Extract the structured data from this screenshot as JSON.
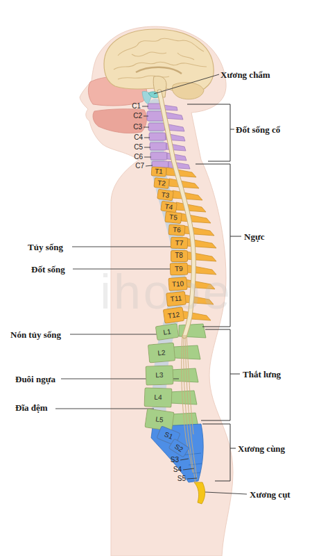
{
  "diagram": {
    "nodes": [
      {
        "text": [
          "T1"
        ]
      },
      {
        "text": [
          "T2"
        ]
      },
      {
        "text": [
          "T3"
        ]
      },
      {
        "text": [
          "T4"
        ]
      },
      {
        "text": [
          "T5"
        ]
      },
      {
        "text": [
          "T6"
        ]
      },
      {
        "text": [
          "T7"
        ]
      },
      {
        "text": [
          "T8"
        ]
      },
      {
        "text": [
          "T9"
        ]
      },
      {
        "text": [
          "T10"
        ]
      },
      {
        "text": [
          "T11"
        ]
      },
      {
        "text": [
          "T12"
        ]
      },
      {
        "text": [
          "L1"
        ]
      },
      {
        "text": [
          "L2"
        ]
      },
      {
        "text": [
          "L3"
        ]
      },
      {
        "text": [
          "L4"
        ]
      },
      {
        "text": [
          "L5"
        ]
      },
      {
        "text": [
          "S1"
        ]
      },
      {
        "text": [
          "S2"
        ]
      }
    ],
    "labels": [
      "Xương chẩm",
      "C1",
      "C2",
      "C3",
      "Đốt sống cổ",
      "C4",
      "C5",
      "C6",
      "C7",
      "Ngực",
      "Tủy sống",
      "Đốt sống",
      "ihope",
      "Nón tủy sống",
      "Thắt lưng",
      "Đuôi ngựa",
      "Đĩa đệm",
      "Xương cùng",
      "S3",
      "S4",
      "S5",
      "Xương cụt"
    ]
  }
}
